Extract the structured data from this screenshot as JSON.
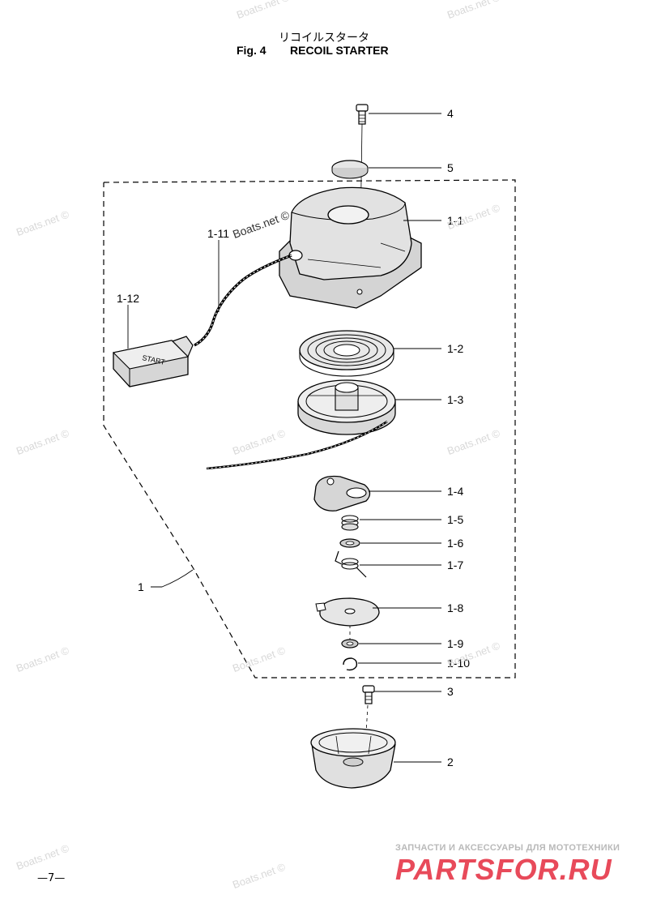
{
  "header": {
    "title_jp": "リコイルスタータ",
    "fig_label": "Fig. 4",
    "title_en": "RECOIL STARTER"
  },
  "callouts": [
    "4",
    "5",
    "1-1",
    "1-2",
    "1-3",
    "1-4",
    "1-5",
    "1-6",
    "1-7",
    "1-8",
    "1-9",
    "1-10",
    "3",
    "2",
    "1",
    "1-11",
    "1-12"
  ],
  "start_text": "START",
  "watermark_text": "Boats.net ©",
  "footer": {
    "ru_text": "ЗАПЧАСТИ И АКСЕССУАРЫ ДЛЯ МОТОТЕХНИКИ",
    "logo_text": "PARTSFOR.RU",
    "page_number": "—7—"
  },
  "colors": {
    "line": "#000000",
    "watermark": "#d8d8d8",
    "logo": "#e84a5a"
  }
}
